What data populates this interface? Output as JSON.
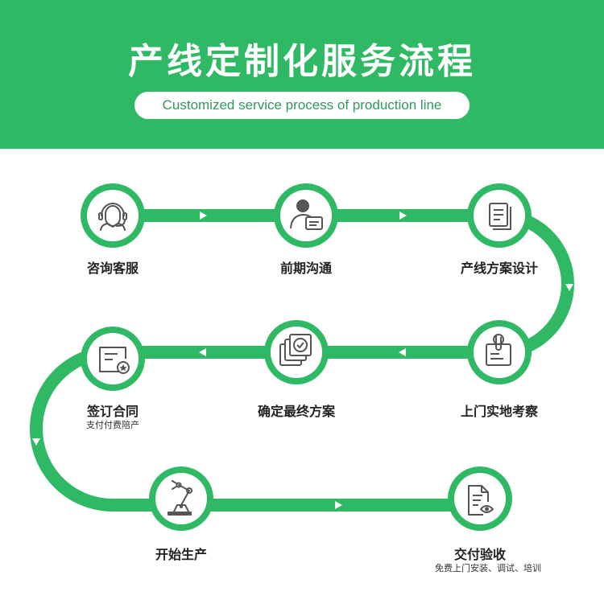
{
  "header": {
    "title": "产线定制化服务流程",
    "subtitle": "Customized service process of production line",
    "bg_color": "#2fb964"
  },
  "colors": {
    "path": "#2fb964",
    "icon": "#555555",
    "arrow": "#ffffff"
  },
  "steps": [
    {
      "id": "consult",
      "label": "咨询客服",
      "icon": "customer-service-icon"
    },
    {
      "id": "communicate",
      "label": "前期沟通",
      "icon": "person-chat-icon"
    },
    {
      "id": "design",
      "label": "产线方案设计",
      "icon": "document-icon"
    },
    {
      "id": "inspect",
      "label": "上门实地考察",
      "icon": "clipboard-icon"
    },
    {
      "id": "confirm",
      "label": "确定最终方案",
      "icon": "checked-documents-icon"
    },
    {
      "id": "contract",
      "label": "签订合同",
      "sublabel": "支付付费陪产",
      "icon": "certificate-icon"
    },
    {
      "id": "produce",
      "label": "开始生产",
      "icon": "robot-arm-icon"
    },
    {
      "id": "deliver",
      "label": "交付验收",
      "sublabel": "免费上门安装、调试、培训",
      "icon": "document-eye-icon"
    }
  ]
}
